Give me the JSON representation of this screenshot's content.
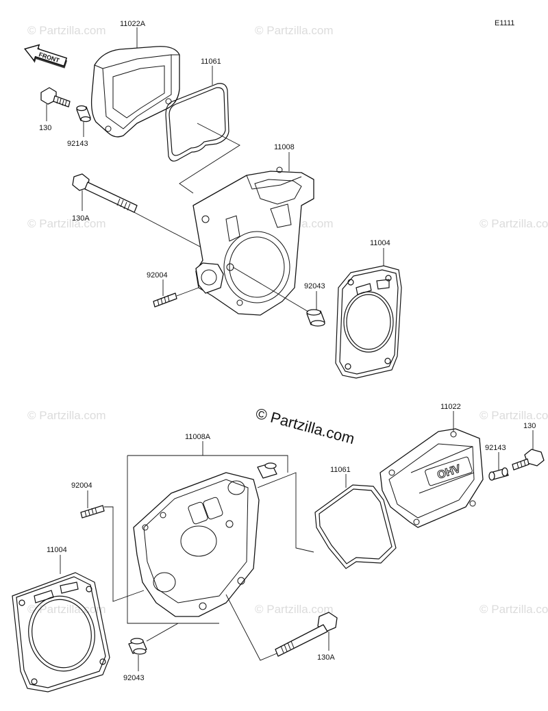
{
  "diagram_code": "E1111",
  "front_label": "FRONT",
  "center_watermark": "© Partzilla.com",
  "watermark_text": "© Partzilla.com",
  "valve_cover_embossing": "OHV",
  "part_numbers": {
    "top_valve_cover": "11022A",
    "top_cover_gasket": "11061",
    "top_bolt": "130",
    "top_dowel": "92143",
    "top_cylinder_head": "11008",
    "top_long_bolt": "130A",
    "top_stud": "92004",
    "top_head_dowel": "92043",
    "top_head_gasket": "11004",
    "bottom_valve_cover": "11022",
    "bottom_bolt": "130",
    "bottom_dowel": "92143",
    "bottom_cover_gasket": "11061",
    "bottom_cylinder_head": "11008A",
    "bottom_stud": "92004",
    "bottom_head_gasket": "11004",
    "bottom_head_dowel": "92043",
    "bottom_long_bolt": "130A"
  }
}
